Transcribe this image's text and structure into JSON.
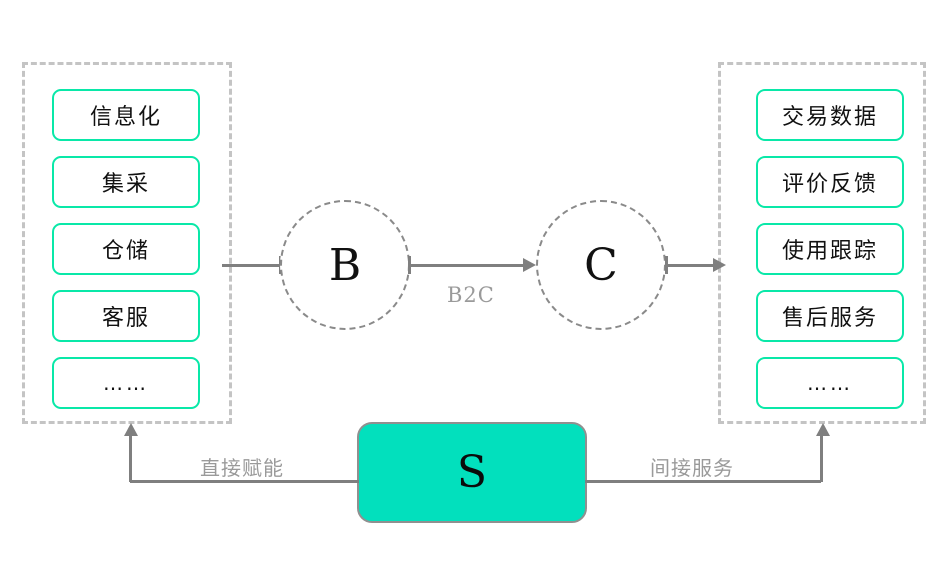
{
  "diagram": {
    "title": "B2C S2B2C platform capability diagram",
    "colors": {
      "card_border": "#09e8a8",
      "platform_fill": "#02e0bd",
      "container_dash": "#c4c4c4",
      "connector": "#7f7f7f",
      "label_text": "#9a9a9a",
      "node_text": "#111111",
      "background": "#ffffff"
    },
    "left_group": {
      "name": "supply-capabilities",
      "cards": [
        {
          "label": "信息化"
        },
        {
          "label": "集采"
        },
        {
          "label": "仓储"
        },
        {
          "label": "客服"
        },
        {
          "label": "……"
        }
      ]
    },
    "right_group": {
      "name": "consumer-data",
      "cards": [
        {
          "label": "交易数据"
        },
        {
          "label": "评价反馈"
        },
        {
          "label": "使用跟踪"
        },
        {
          "label": "售后服务"
        },
        {
          "label": "……"
        }
      ]
    },
    "nodes": {
      "b": "B",
      "c": "C",
      "s": "S"
    },
    "edges": {
      "b_to_c": "B2C",
      "s_to_left": "直接赋能",
      "s_to_right": "间接服务"
    }
  }
}
